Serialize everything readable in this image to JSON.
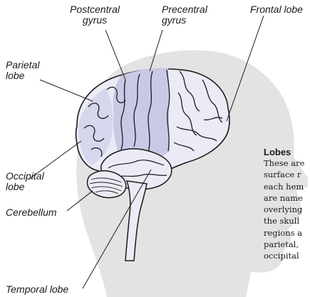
{
  "labels": {
    "postcentral_gyrus": [
      "Postcentral",
      "gyrus"
    ],
    "precentral_gyrus": [
      "Precentral",
      "gyrus"
    ],
    "frontal_lobe": "Frontal lobe",
    "parietal_lobe": [
      "Parietal",
      "lobe"
    ],
    "occipital_lobe": [
      "Occipital",
      "lobe"
    ],
    "cerebellum": "Cerebellum",
    "temporal_lobe": "Temporal lobe"
  },
  "info_panel": {
    "title": "Lobes",
    "lines": [
      "These are",
      "surface r",
      "each hem",
      "are name",
      "overlying",
      "the skull",
      "regions a",
      "parietal,",
      "occipital"
    ]
  },
  "colors": {
    "head_silhouette": "#e3e3e3",
    "brain_fill": "#ebebf6",
    "gyrus_highlight": "#c9c9e6",
    "outline": "#1a1a1a",
    "text": "#1a1a1a"
  }
}
